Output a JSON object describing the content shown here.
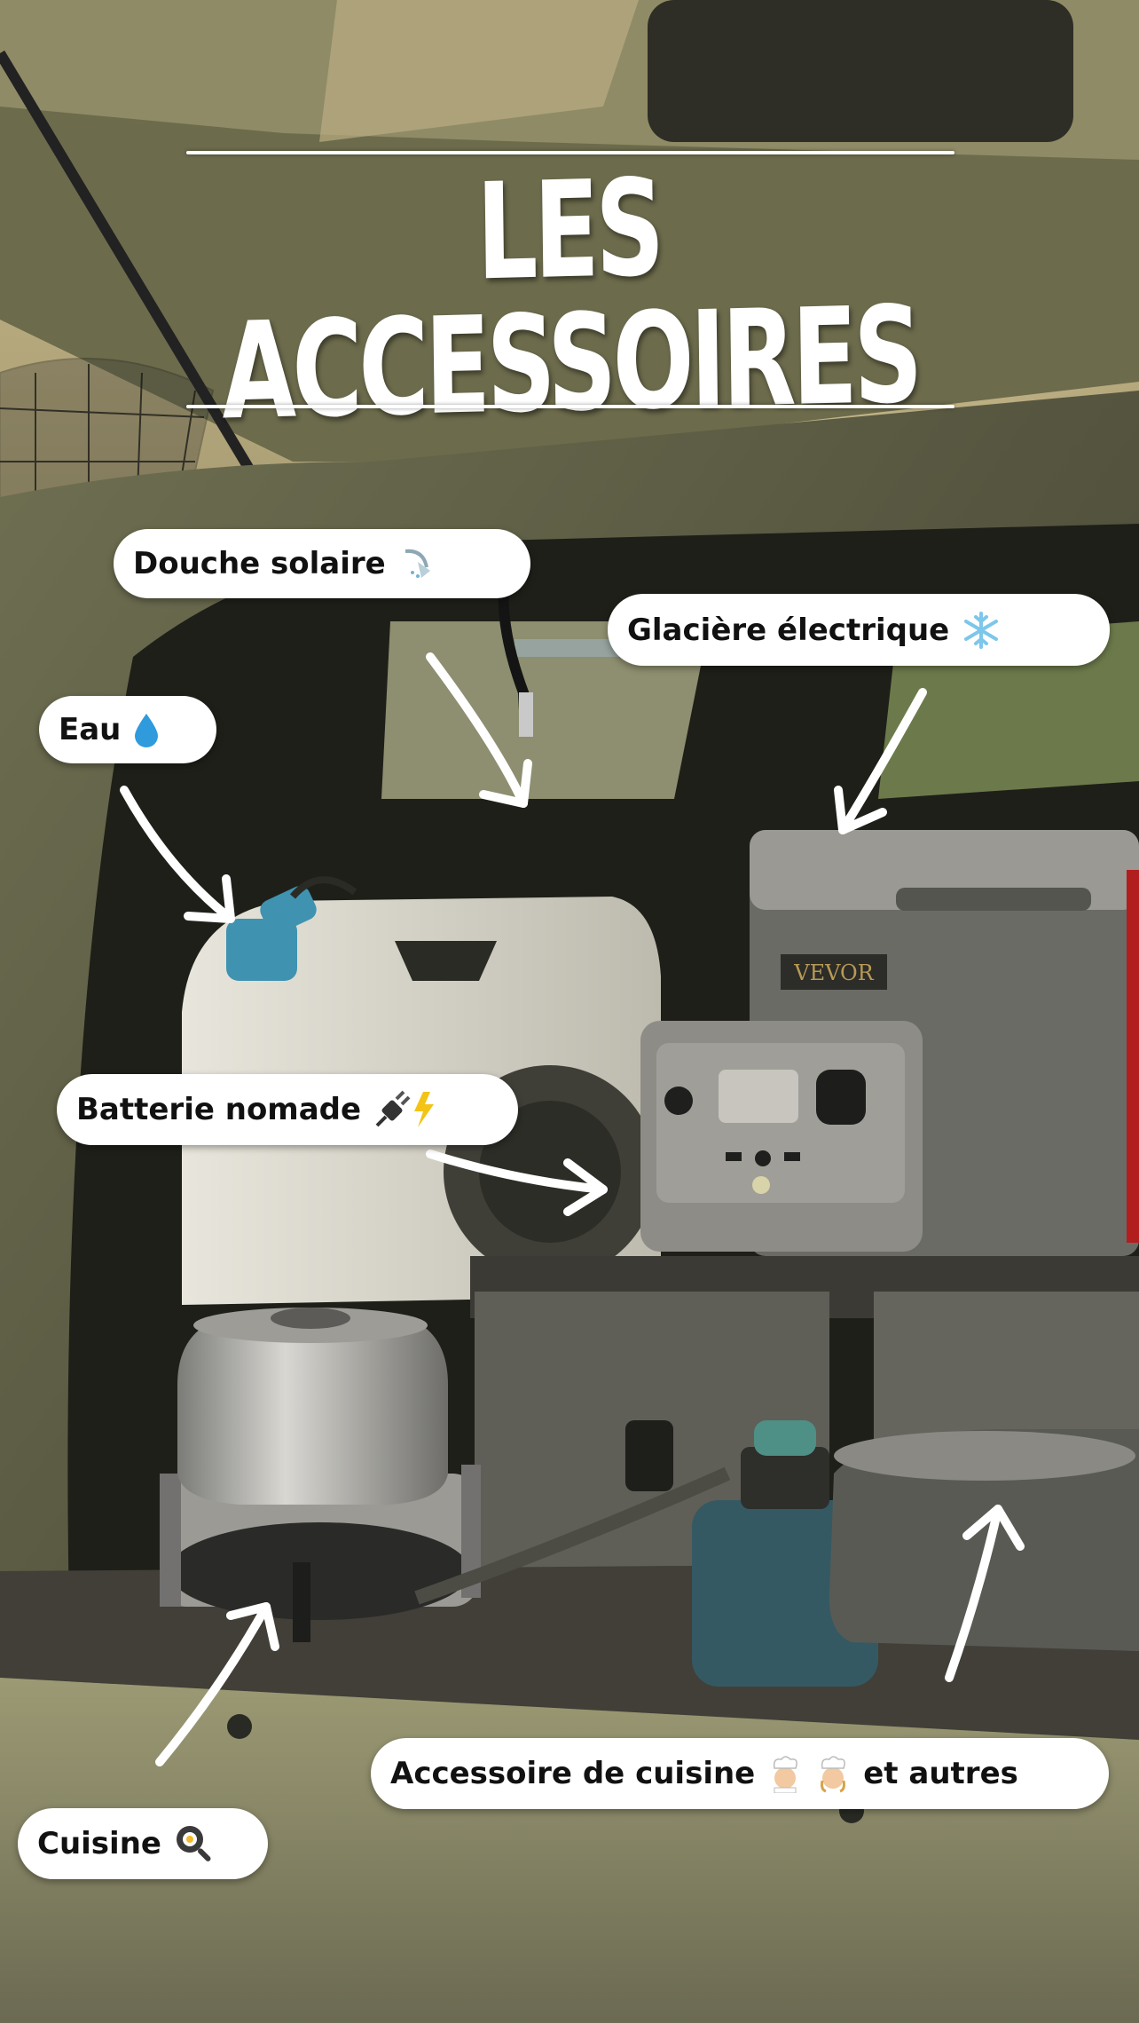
{
  "title": "LES ACCESSOIRES",
  "labels": {
    "douche": {
      "text": "Douche solaire",
      "icon": "shower-icon"
    },
    "glaciere": {
      "text": "Glacière électrique",
      "icon": "snowflake-icon"
    },
    "eau": {
      "text": "Eau",
      "icon": "droplet-icon"
    },
    "batterie": {
      "text": "Batterie nomade",
      "icon": "plug-lightning-icon"
    },
    "cuisine_acc_prefix": "Accessoire de cuisine",
    "cuisine_acc_suffix": "et autres",
    "cuisine_acc_icons": [
      "chef-icon",
      "chef-icon"
    ],
    "cuisine": {
      "text": "Cuisine",
      "icon": "frying-pan-icon"
    }
  },
  "photo_text": {
    "brand_badge": "VEVOR"
  },
  "colors": {
    "pill_bg": "#ffffff",
    "pill_text": "#111111",
    "title": "#ffffff",
    "water_cap": "#3f93b0",
    "droplet": "#2f9bdc",
    "snowflake": "#7cc7ea"
  }
}
